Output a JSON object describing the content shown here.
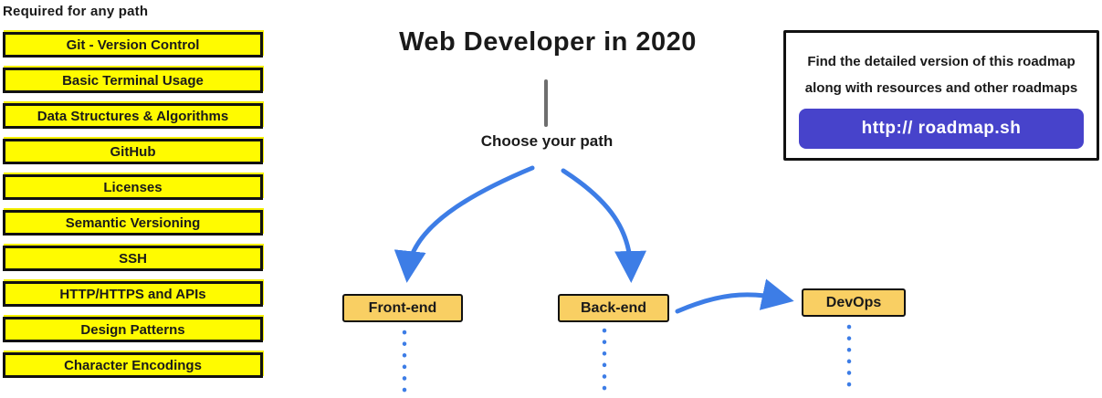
{
  "header": {
    "title": "Web Developer in 2020",
    "choose_label": "Choose your path"
  },
  "required_section": {
    "heading": "Required for any path",
    "items": [
      {
        "label": "Git - Version Control"
      },
      {
        "label": "Basic Terminal Usage"
      },
      {
        "label": "Data Structures & Algorithms"
      },
      {
        "label": "GitHub"
      },
      {
        "label": "Licenses"
      },
      {
        "label": "Semantic Versioning"
      },
      {
        "label": "SSH"
      },
      {
        "label": "HTTP/HTTPS and APIs"
      },
      {
        "label": "Design Patterns"
      },
      {
        "label": "Character Encodings"
      }
    ]
  },
  "paths": {
    "front_end": "Front-end",
    "back_end": "Back-end",
    "devops": "DevOps"
  },
  "info_box": {
    "line1": "Find the detailed version of this roadmap",
    "line2": "along with resources and other roadmaps",
    "button_label": "http:// roadmap.sh"
  },
  "colors": {
    "topic_highlight": "#fffb00",
    "path_node_fill": "#f9cf63",
    "arrow_blue": "#3d7de6",
    "button_purple": "#4743cb",
    "border_black": "#111111",
    "stem_gray": "#6e6e6e"
  }
}
